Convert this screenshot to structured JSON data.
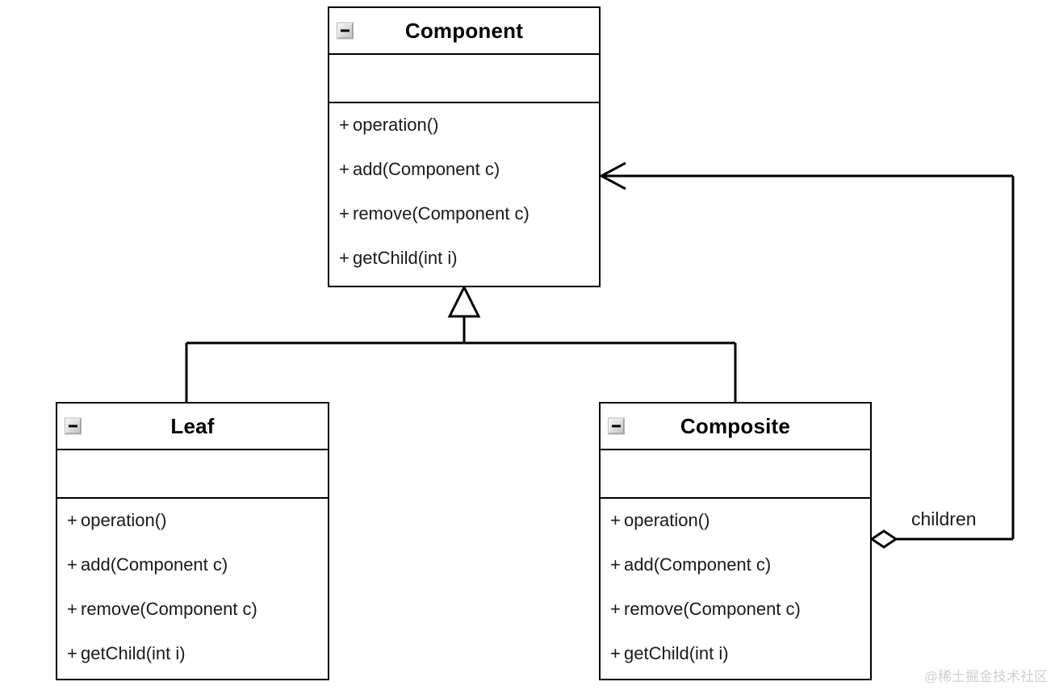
{
  "diagram": {
    "kind": "uml-class-diagram",
    "pattern_name": "Composite",
    "background_color": "#ffffff",
    "line_color": "#000000",
    "text_color": "#1a1a1a"
  },
  "classes": [
    {
      "id": "component",
      "name": "Component",
      "collapse_icon": "minus-icon",
      "attributes": [],
      "methods": [
        {
          "visibility": "+",
          "signature": "operation()"
        },
        {
          "visibility": "+",
          "signature": "add(Component c)"
        },
        {
          "visibility": "+",
          "signature": "remove(Component c)"
        },
        {
          "visibility": "+",
          "signature": "getChild(int i)"
        }
      ]
    },
    {
      "id": "leaf",
      "name": "Leaf",
      "collapse_icon": "minus-icon",
      "attributes": [],
      "methods": [
        {
          "visibility": "+",
          "signature": "operation()"
        },
        {
          "visibility": "+",
          "signature": "add(Component c)"
        },
        {
          "visibility": "+",
          "signature": "remove(Component c)"
        },
        {
          "visibility": "+",
          "signature": "getChild(int i)"
        }
      ]
    },
    {
      "id": "composite",
      "name": "Composite",
      "collapse_icon": "minus-icon",
      "attributes": [],
      "methods": [
        {
          "visibility": "+",
          "signature": "operation()"
        },
        {
          "visibility": "+",
          "signature": "add(Component c)"
        },
        {
          "visibility": "+",
          "signature": "remove(Component c)"
        },
        {
          "visibility": "+",
          "signature": "getChild(int i)"
        }
      ]
    }
  ],
  "relationships": [
    {
      "id": "leaf-extends-component",
      "type": "generalization",
      "from": "Leaf",
      "to": "Component",
      "marker": "hollow-triangle",
      "label": ""
    },
    {
      "id": "composite-extends-component",
      "type": "generalization",
      "from": "Composite",
      "to": "Component",
      "marker": "hollow-triangle",
      "label": ""
    },
    {
      "id": "composite-aggregates-component",
      "type": "aggregation",
      "from": "Composite",
      "to": "Component",
      "marker": "hollow-diamond",
      "arrow": "open-arrow",
      "label": "children"
    }
  ],
  "watermark": {
    "text": "@稀土掘金技术社区"
  }
}
